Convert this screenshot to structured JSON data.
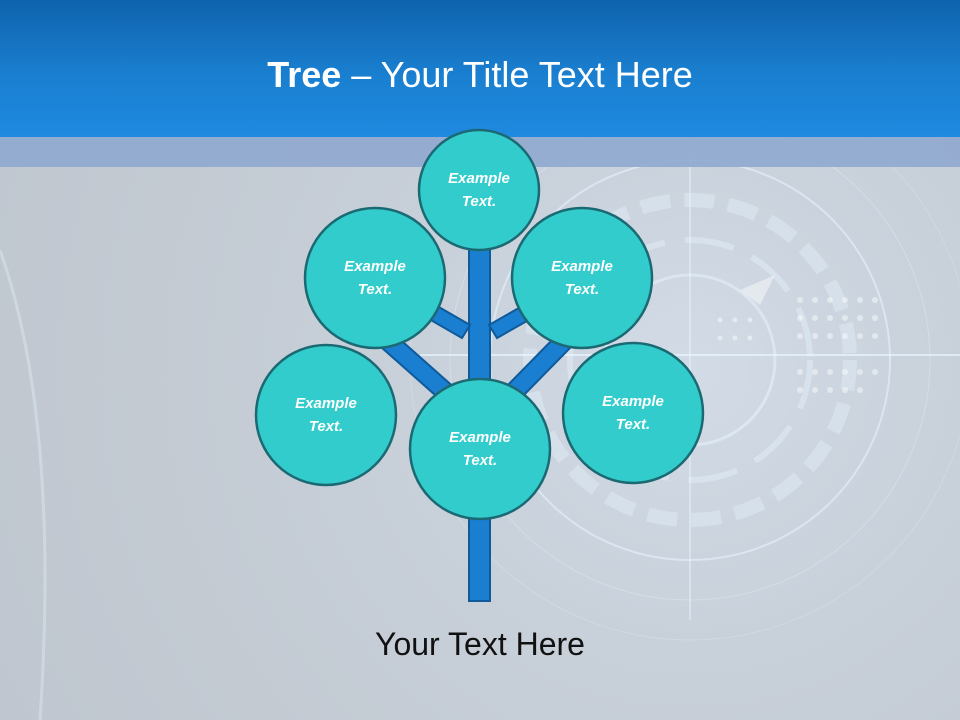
{
  "title": {
    "bold": "Tree",
    "rest": " – Your Title Text Here"
  },
  "nodes": [
    {
      "label": "Example\nText."
    },
    {
      "label": "Example\nText."
    },
    {
      "label": "Example\nText."
    },
    {
      "label": "Example\nText."
    },
    {
      "label": "Example\nText."
    },
    {
      "label": "Example\nText."
    }
  ],
  "caption": "Your Text Here",
  "colors": {
    "header": "#1a7fd0",
    "node_fill": "#33cccc",
    "node_stroke": "#1b6a73",
    "branch": "#1a7fd0"
  }
}
